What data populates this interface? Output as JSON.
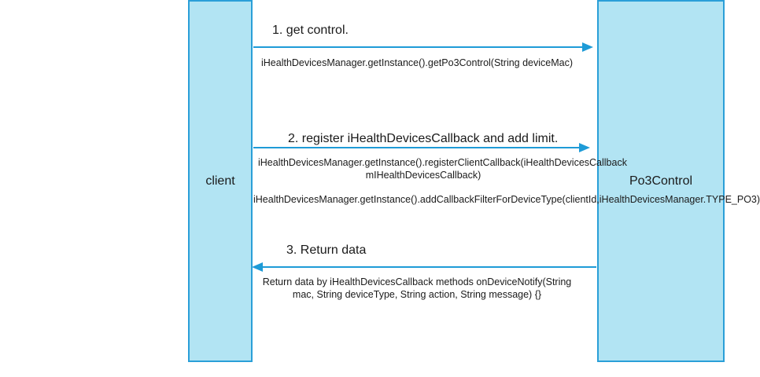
{
  "participants": {
    "left": "client",
    "right": "Po3Control"
  },
  "steps": [
    {
      "title": "1. get control.",
      "direction": "client-to-Po3Control",
      "notes": [
        "iHealthDevicesManager.getInstance().getPo3Control(String deviceMac)"
      ]
    },
    {
      "title": "2.  register iHealthDevicesCallback and add limit.",
      "direction": "client-to-Po3Control",
      "notes": [
        "iHealthDevicesManager.getInstance().registerClientCallback(iHealthDevicesCallback mIHealthDevicesCallback)",
        "iHealthDevicesManager.getInstance().addCallbackFilterForDeviceType(clientId,iHealthDevicesManager.TYPE_PO3)"
      ]
    },
    {
      "title": "3. Return data",
      "direction": "Po3Control-to-client",
      "notes": [
        "Return data by iHealthDevicesCallback  methods onDeviceNotify(String mac, String deviceType, String action, String message) {}"
      ]
    }
  ],
  "colors": {
    "box_fill": "#b2e4f3",
    "box_border": "#2a9fd8",
    "arrow": "#1e9bd7"
  }
}
